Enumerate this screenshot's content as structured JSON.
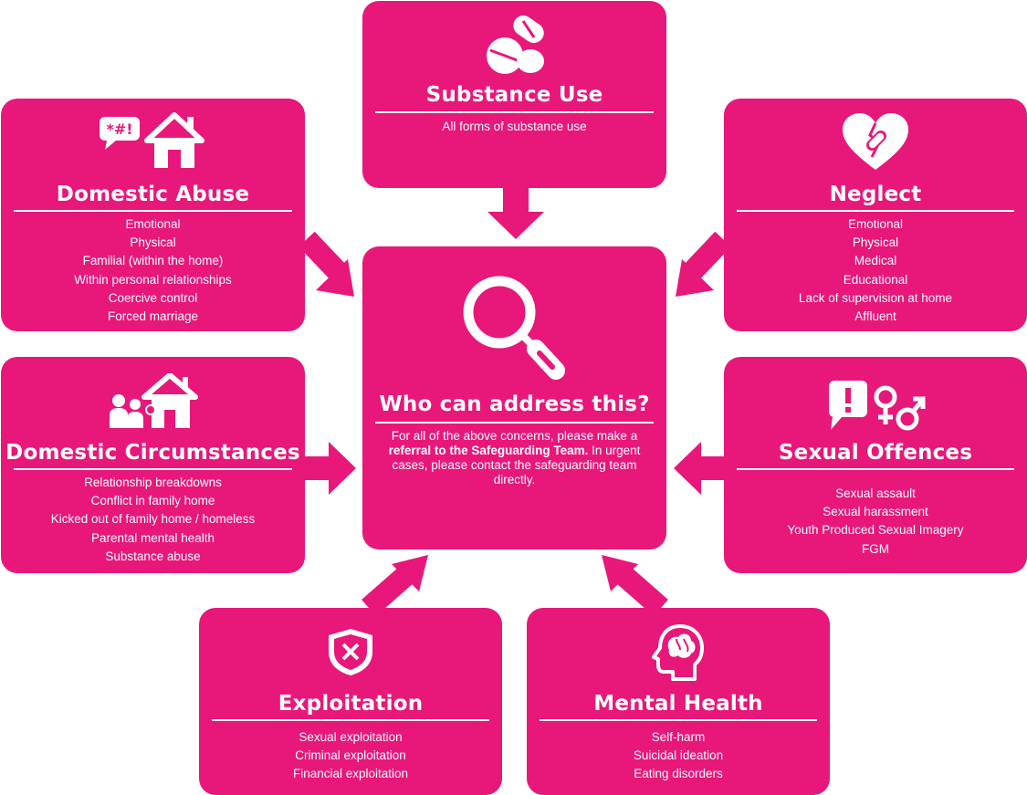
{
  "colors": {
    "brand": "#e8177a",
    "text": "#ffffff"
  },
  "center": {
    "icon": "magnifier-icon",
    "title": "Who can address this?",
    "text_before": "For all of the above concerns, please make a",
    "text_bold": "referral to the Safeguarding Team.",
    "text_after": "In urgent cases, please contact the safeguarding team directly."
  },
  "substance_use": {
    "icon": "pills-icon",
    "title": "Substance Use",
    "items": [
      "All forms of substance use"
    ]
  },
  "domestic_abuse": {
    "icon": "shouting-house-icon",
    "icon_text": "*#!",
    "title": "Domestic Abuse",
    "items": [
      "Emotional",
      "Physical",
      "Familial (within the home)",
      "Within personal relationships",
      "Coercive control",
      "Forced marriage"
    ]
  },
  "neglect": {
    "icon": "bandaged-heart-icon",
    "title": "Neglect",
    "items": [
      "Emotional",
      "Physical",
      "Medical",
      "Educational",
      "Lack of supervision at home",
      "Affluent"
    ]
  },
  "domestic_circumstances": {
    "icon": "family-house-icon",
    "title": "Domestic Circumstances",
    "items": [
      "Relationship breakdowns",
      "Conflict in family home",
      "Kicked out of family home / homeless",
      "Parental mental health",
      "Substance abuse"
    ]
  },
  "sexual_offences": {
    "icon": "warning-gender-icon",
    "title": "Sexual Offences",
    "items": [
      "Sexual assault",
      "Sexual harassment",
      "Youth Produced Sexual Imagery",
      "FGM"
    ]
  },
  "exploitation": {
    "icon": "shield-x-icon",
    "title": "Exploitation",
    "items": [
      "Sexual exploitation",
      "Criminal exploitation",
      "Financial exploitation"
    ]
  },
  "mental_health": {
    "icon": "head-brain-icon",
    "title": "Mental Health",
    "items": [
      "Self-harm",
      "Suicidal ideation",
      "Eating disorders"
    ]
  }
}
